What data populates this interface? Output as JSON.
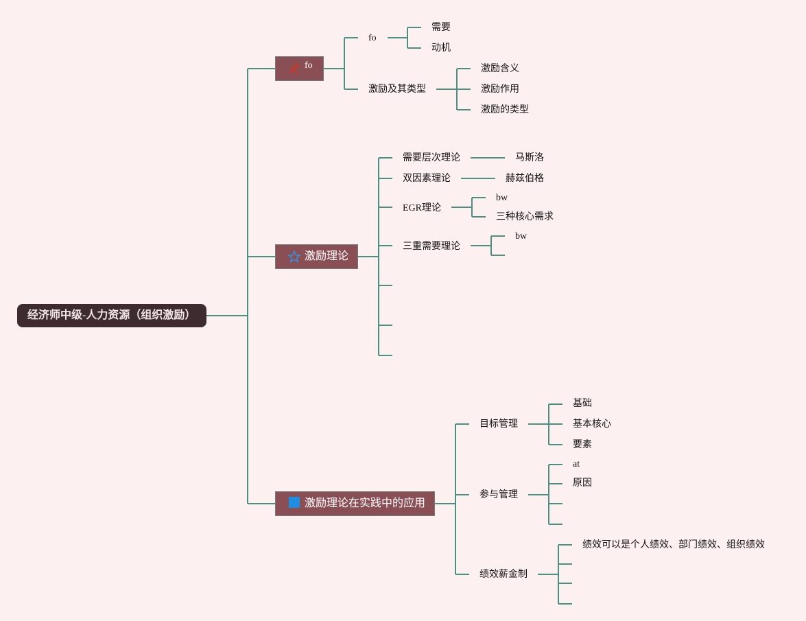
{
  "root": {
    "label": "经济师中级-人力资源（组织激励）"
  },
  "branch1": {
    "label": "fo",
    "icon": "tools-icon",
    "child_fo": {
      "label": "fo",
      "children": [
        "需要",
        "动机"
      ]
    },
    "child_types": {
      "label": "激励及其类型",
      "children": [
        "激励含义",
        "激励作用",
        "激励的类型"
      ]
    }
  },
  "branch2": {
    "label": "激励理论",
    "icon": "star-icon",
    "maslow": {
      "label": "需要层次理论",
      "child": "马斯洛"
    },
    "herzberg": {
      "label": "双因素理论",
      "child": "赫兹伯格"
    },
    "erg": {
      "label": "EGR理论",
      "children": [
        "bw",
        "三种核心需求"
      ]
    },
    "triple": {
      "label": "三重需要理论",
      "children": [
        "bw"
      ]
    }
  },
  "branch3": {
    "label": "激励理论在实践中的应用",
    "icon": "blue-flag-icon",
    "goal": {
      "label": "目标管理",
      "children": [
        "基础",
        "基本核心",
        "要素"
      ]
    },
    "participation": {
      "label": "参与管理",
      "children": [
        "at",
        "原因"
      ]
    },
    "pay": {
      "label": "绩效薪金制",
      "children": [
        "绩效可以是个人绩效、部门绩效、组织绩效"
      ]
    }
  },
  "colors": {
    "connector": "#4b8f80",
    "root_bg": "#3e2b2f",
    "branch_bg": "#8a4f55",
    "background": "#fdf0f0"
  }
}
